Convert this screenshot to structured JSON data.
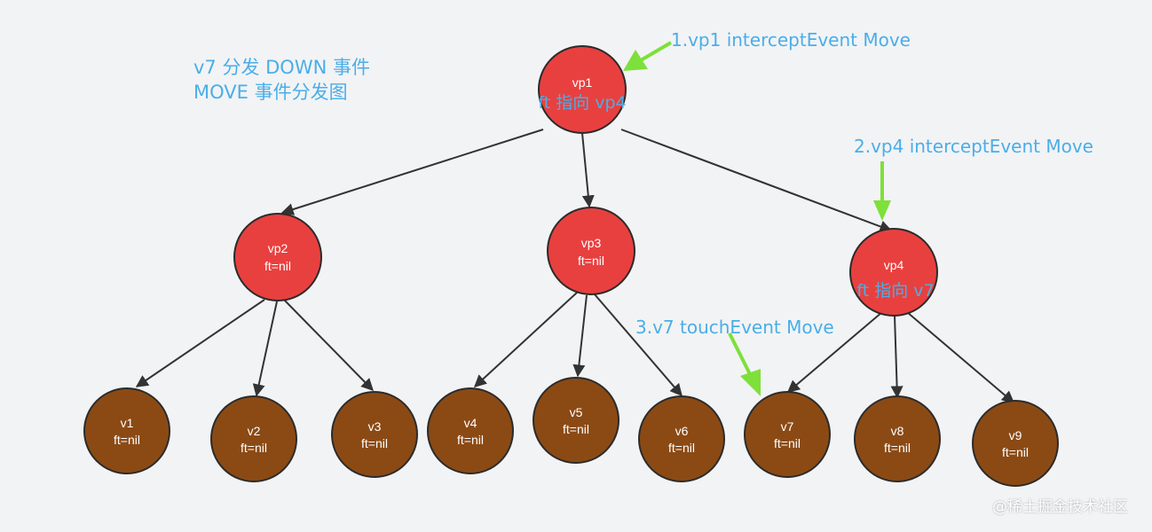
{
  "title": {
    "line1": "v7 分发 DOWN 事件",
    "line2": "MOVE 事件分发图"
  },
  "annotations": {
    "vp1_intercept": "1.vp1 interceptEvent Move",
    "vp4_intercept": "2.vp4 interceptEvent Move",
    "v7_touch": "3.v7 touchEvent Move"
  },
  "nodes": {
    "vp1": {
      "name": "vp1",
      "note": "ft 指向 vp4"
    },
    "vp2": {
      "name": "vp2",
      "ft": "ft=nil"
    },
    "vp3": {
      "name": "vp3",
      "ft": "ft=nil"
    },
    "vp4": {
      "name": "vp4",
      "note": "ft 指向 v7"
    },
    "v1": {
      "name": "v1",
      "ft": "ft=nil"
    },
    "v2": {
      "name": "v2",
      "ft": "ft=nil"
    },
    "v3": {
      "name": "v3",
      "ft": "ft=nil"
    },
    "v4": {
      "name": "v4",
      "ft": "ft=nil"
    },
    "v5": {
      "name": "v5",
      "ft": "ft=nil"
    },
    "v6": {
      "name": "v6",
      "ft": "ft=nil"
    },
    "v7": {
      "name": "v7",
      "ft": "ft=nil"
    },
    "v8": {
      "name": "v8",
      "ft": "ft=nil"
    },
    "v9": {
      "name": "v9",
      "ft": "ft=nil"
    }
  },
  "watermark": "@稀土掘金技术社区",
  "colors": {
    "group_node": "#e8403f",
    "leaf_node": "#8b4a14",
    "node_stroke": "#2b2b2b",
    "edge": "#333333",
    "annotation_text": "#4aaee8",
    "highlight_arrow": "#7ee03a"
  }
}
